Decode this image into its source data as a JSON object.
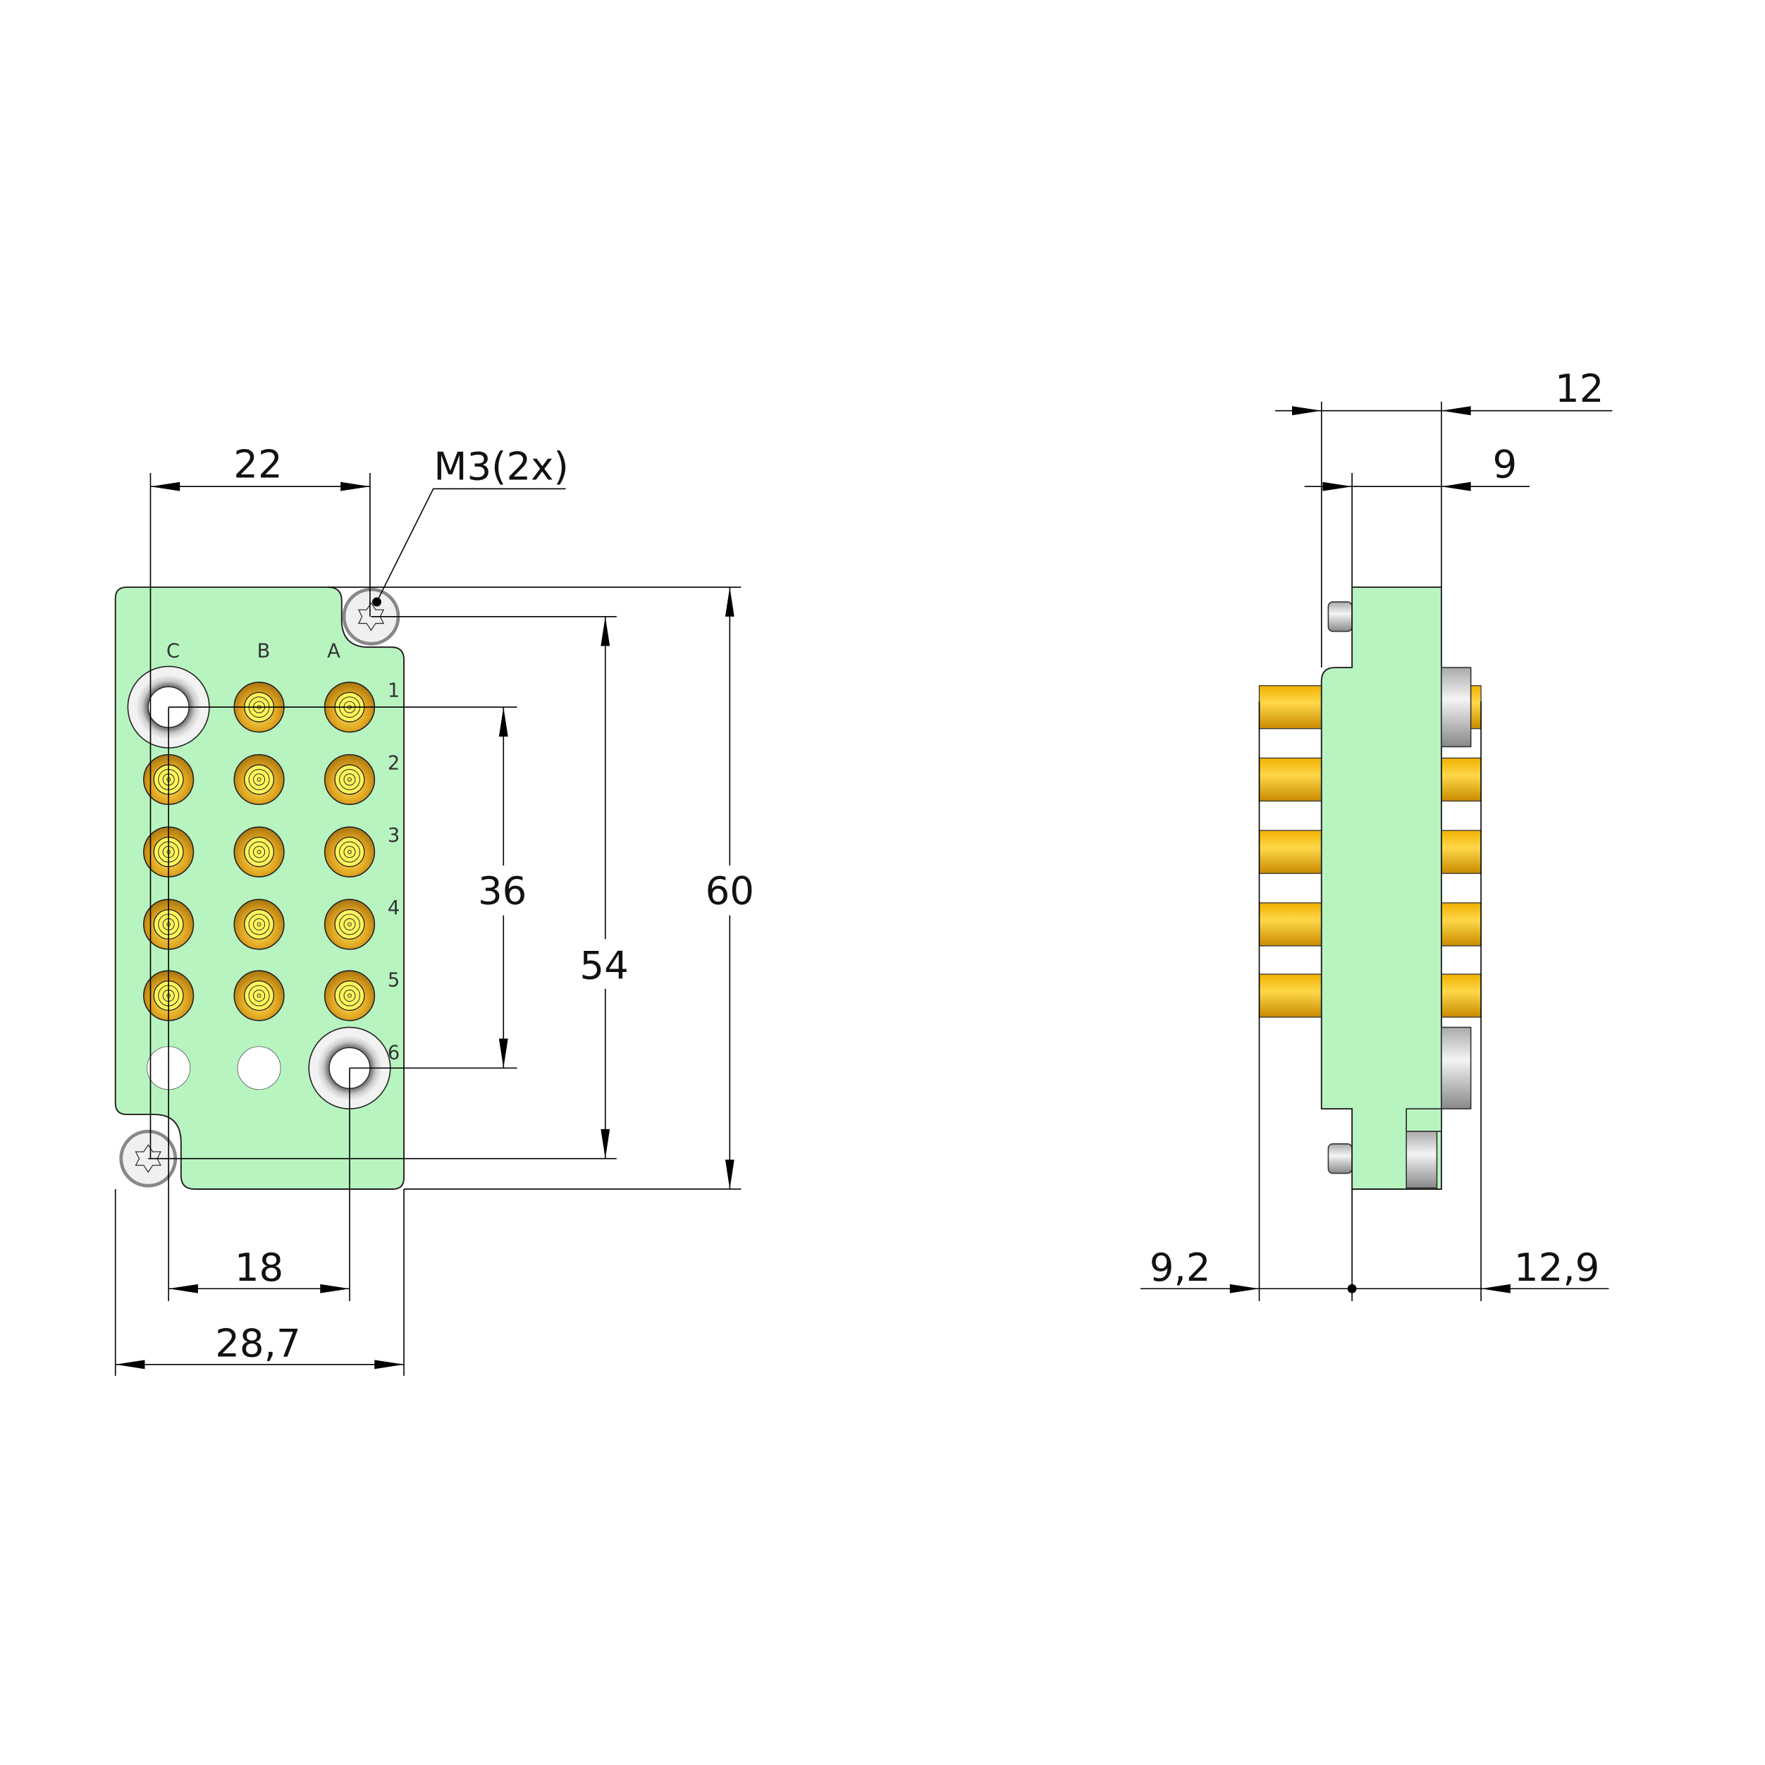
{
  "front_view": {
    "column_labels": [
      "C",
      "B",
      "A"
    ],
    "row_labels": [
      "1",
      "2",
      "3",
      "4",
      "5",
      "6"
    ],
    "callout": "M3(2x)",
    "dimensions": {
      "screw_spacing_x": "22",
      "pin_span_y": "36",
      "screw_spacing_y": "54",
      "height": "60",
      "pin_span_x": "18",
      "width": "28,7"
    }
  },
  "side_view": {
    "dimensions": {
      "overall_depth": "12",
      "body_depth": "9",
      "left_pin_length": "9,2",
      "right_pin_length": "12,9"
    }
  },
  "colors": {
    "body": "#b8f4c0",
    "gold": "#e8b020",
    "gold_light": "#fff25a",
    "steel": "#e8e8e8"
  }
}
